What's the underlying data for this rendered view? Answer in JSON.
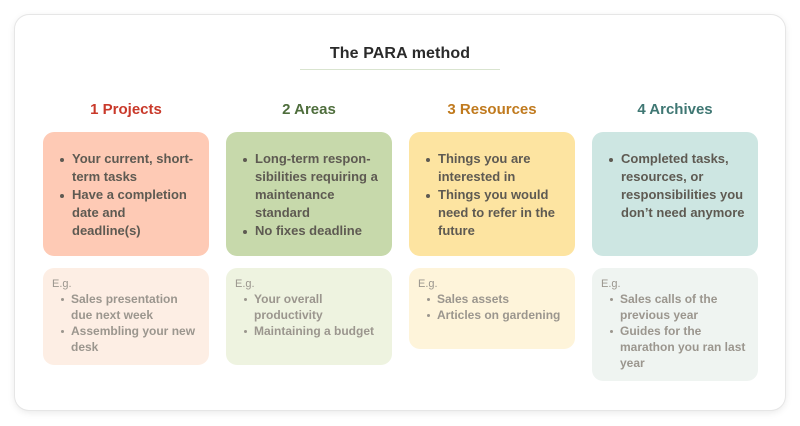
{
  "title": "The PARA method",
  "colors": {
    "projects_heading": "#c9392a",
    "areas_heading": "#4f6e3d",
    "resources_heading": "#c07a1e",
    "archives_heading": "#3f7773",
    "projects_main": "#fecab5",
    "projects_ex": "#fdeee4",
    "areas_main": "#c7d9ab",
    "areas_ex": "#eef3e0",
    "resources_main": "#fde4a1",
    "resources_ex": "#fef4da",
    "archives_main": "#cde6e2",
    "archives_ex": "#eff4f1"
  },
  "columns": [
    {
      "heading": "1 Projects",
      "points": [
        "Your current, short-term tasks",
        "Have a completion date and deadline(s)"
      ],
      "eg_label": "E.g.",
      "examples": [
        "Sales presentation due next week",
        "Assembling your new desk"
      ]
    },
    {
      "heading": "2 Areas",
      "points": [
        "Long-term respon-sibilities requiring a maintenance standard",
        "No fixes deadline"
      ],
      "eg_label": "E.g.",
      "examples": [
        "Your overall productivity",
        "Maintaining a budget"
      ]
    },
    {
      "heading": "3 Resources",
      "points": [
        "Things you are interested in",
        "Things you would need to refer in the future"
      ],
      "eg_label": "E.g.",
      "examples": [
        "Sales assets",
        "Articles on gardening"
      ]
    },
    {
      "heading": "4 Archives",
      "points": [
        "Completed tasks, resources, or responsibilities you don’t need anymore"
      ],
      "eg_label": "E.g.",
      "examples": [
        "Sales calls of the previous year",
        "Guides for the marathon you ran last year"
      ]
    }
  ]
}
